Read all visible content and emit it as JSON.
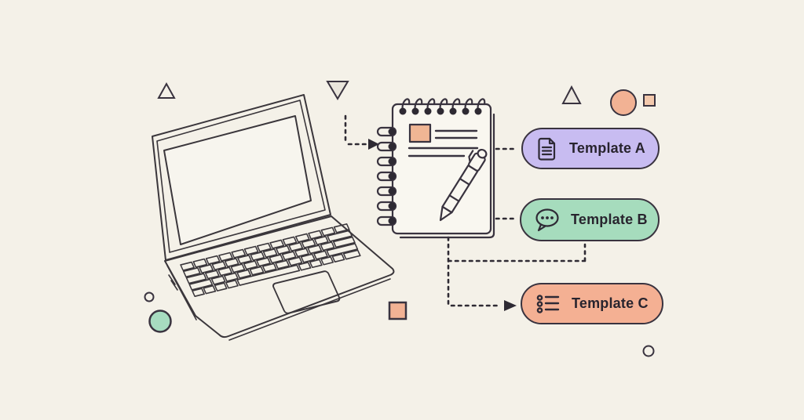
{
  "scene": {
    "description": "Flat illustration: a laptop connects with dashed arrows to a spiral notepad with a pen, which branches out to three template option buttons",
    "background_color": "#f4f1e8",
    "outline_color": "#39333f",
    "dash_color": "#2e2a33",
    "paper_color": "#f9f7f0"
  },
  "templates": [
    {
      "label": "Template A",
      "fill": "#c8bcf1",
      "icon": "document-icon"
    },
    {
      "label": "Template B",
      "fill": "#a6dcbd",
      "icon": "chat-bubble-icon"
    },
    {
      "label": "Template C",
      "fill": "#f4b093",
      "icon": "bullet-list-icon"
    }
  ],
  "decor": {
    "peach": "#f2b294",
    "peach_light": "#f3c9ad",
    "mint": "#a7dcc0",
    "note_highlight": "#f0b694"
  }
}
